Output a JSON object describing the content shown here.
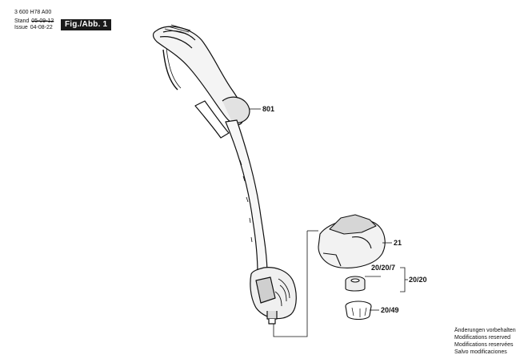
{
  "header": {
    "doc_number": "3 600 H78 A00",
    "stand_label": "Stand",
    "stand_value": "05-09-12",
    "issue_label": "Issue",
    "issue_value": "04-08-22",
    "figure_label": "Fig./Abb. 1"
  },
  "parts": {
    "housing": "801",
    "spool_cover": "21",
    "spool": "20/20/7",
    "spool_assembly": "20/20",
    "cap": "20/49"
  },
  "footer": {
    "notes": [
      "Änderungen vorbehalten",
      "Modifications reserved",
      "Modifications reservées",
      "Salvo modificaciones"
    ]
  }
}
